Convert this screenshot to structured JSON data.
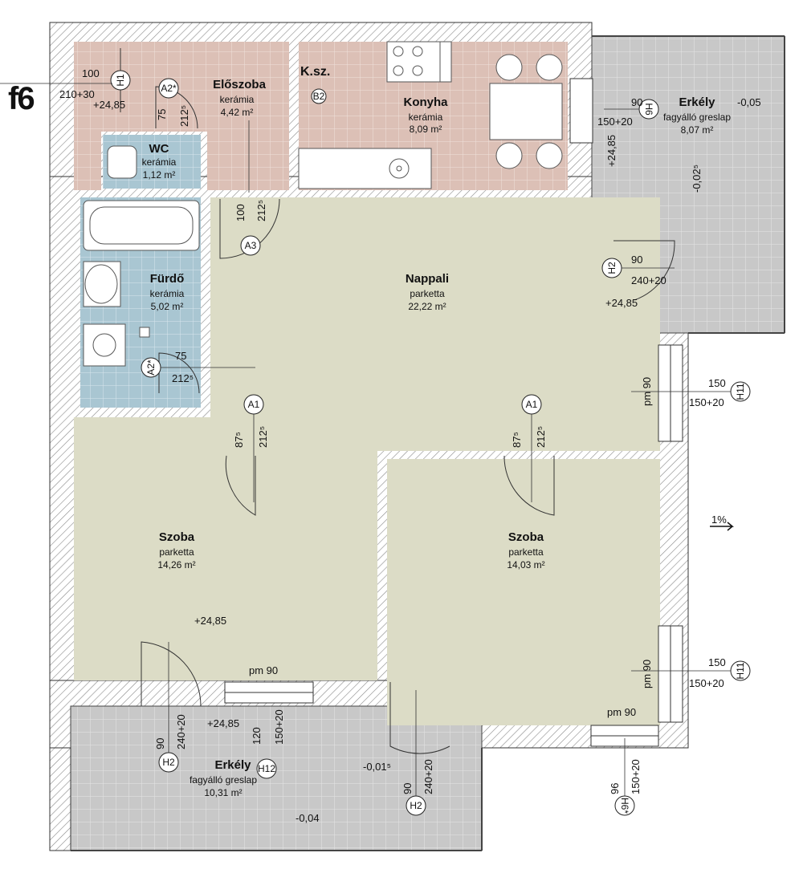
{
  "plan_label": "f6",
  "rooms": {
    "eloszoba": {
      "name": "Előszoba",
      "material": "kerámia",
      "area": "4,42 m²"
    },
    "konyha": {
      "name": "Konyha",
      "material": "kerámia",
      "area": "8,09 m²"
    },
    "erkely_top": {
      "name": "Erkély",
      "material": "fagyálló greslap",
      "area": "8,07 m²"
    },
    "wc": {
      "name": "WC",
      "material": "kerámia",
      "area": "1,12 m²"
    },
    "furdo": {
      "name": "Fürdő",
      "material": "kerámia",
      "area": "5,02 m²"
    },
    "nappali": {
      "name": "Nappali",
      "material": "parketta",
      "area": "22,22 m²"
    },
    "szoba_left": {
      "name": "Szoba",
      "material": "parketta",
      "area": "14,26 m²"
    },
    "szoba_right": {
      "name": "Szoba",
      "material": "parketta",
      "area": "14,03 m²"
    },
    "erkely_bottom": {
      "name": "Erkély",
      "material": "fagyálló greslap",
      "area": "10,31 m²"
    }
  },
  "storage_label": "K.sz.",
  "levels": {
    "entry": "+24,85",
    "living": "+24,85",
    "bedroom": "+24,85",
    "balcony_door_bottom": "+24,85",
    "balcony_door_top": "+24,85",
    "balcony_top": "-0,05",
    "balcony_top_edge": "-0,02⁵",
    "balcony_bottom": "-0,04",
    "balcony_bottom_edge": "-0,01⁵"
  },
  "slope": "1%",
  "tags": {
    "h1": "H1",
    "a2_top": "A2*",
    "b2": "B2",
    "h6_top": "H6",
    "a3": "A3",
    "h2_living": "H2",
    "a2_bath": "A2*",
    "a1_left": "A1",
    "a1_right": "A1",
    "h11_top": "H11",
    "h11_bottom": "H11",
    "h2_bl": "H2",
    "h12": "H12",
    "h2_bm": "H2",
    "h6_bottom": "H6*"
  },
  "dims": {
    "h1_w": "100",
    "h1_h": "210+30",
    "a2_top_w": "75",
    "a2_top_h": "212⁵",
    "h6_top_w": "90",
    "h6_top_h": "150+20",
    "a3_w": "100",
    "a3_h": "212⁵",
    "h2_living_w": "90",
    "h2_living_h": "240+20",
    "a2_bath_w": "75",
    "a2_bath_h": "212⁵",
    "a1_left_w": "87⁵",
    "a1_left_h": "212⁵",
    "a1_right_w": "87⁵",
    "a1_right_h": "212⁵",
    "h11_top_w": "150",
    "h11_top_h": "150+20",
    "h11_top_pm": "pm 90",
    "h11_bottom_w": "150",
    "h11_bottom_h": "150+20",
    "h11_bottom_pm": "pm 90",
    "pm_left": "pm 90",
    "pm_right": "pm 90",
    "h2_bl_w": "90",
    "h2_bl_h": "240+20",
    "h12_w": "120",
    "h12_h": "150+20",
    "h2_bm_w": "90",
    "h2_bm_h": "240+20",
    "h6_bottom_w": "96",
    "h6_bottom_h": "150+20"
  },
  "colors": {
    "wall": "#ffffff",
    "hatch": "#8a8a8a",
    "tile_pink": "#dcc0b6",
    "tile_blue": "#a9c6d2",
    "parquet": "#dcdcc6",
    "balcony": "#c8c8c8",
    "grid_line": "#ffffff"
  }
}
